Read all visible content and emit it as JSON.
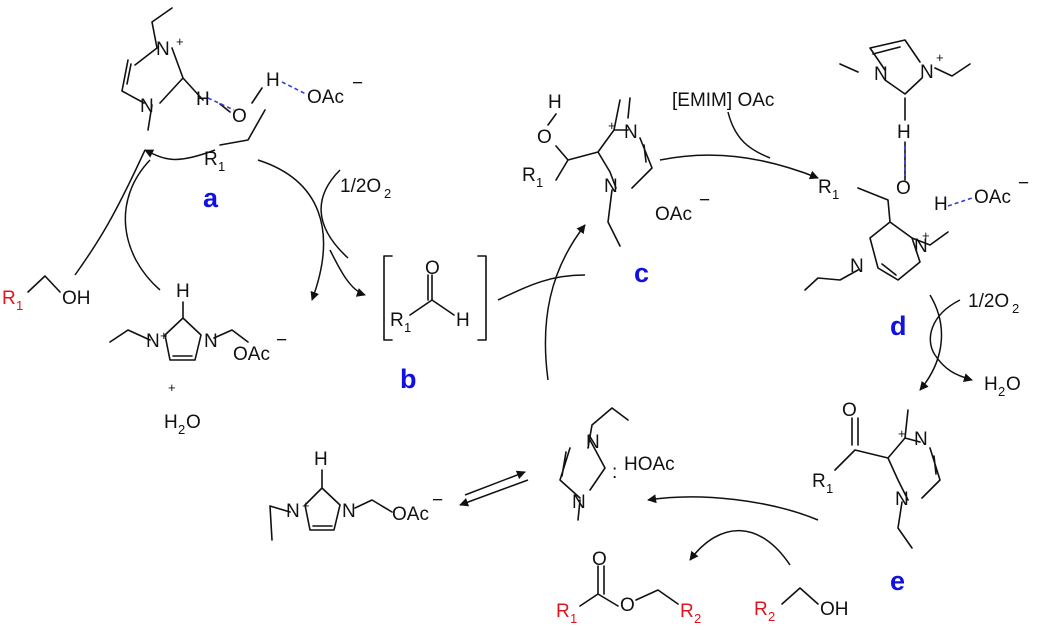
{
  "labels": {
    "a": "a",
    "b": "b",
    "c": "c",
    "d": "d",
    "e": "e"
  },
  "atoms": {
    "N": "N",
    "O": "O",
    "H": "H",
    "R": "R",
    "plus": "+",
    "minus": "−",
    "dots": ":"
  },
  "reagents": {
    "half_o2": "1/2O",
    "half_o2_sub": "2",
    "water": "H",
    "water_sub": "2",
    "water_tail": "O",
    "acetate": "OAc",
    "acetic_acid": "HOAc",
    "emim_oac": "[EMIM] OAc",
    "oh": "OH",
    "r1_sub": "1",
    "r2_sub": "2"
  },
  "colors": {
    "label": "#1010e0",
    "highlight": "#e0141e",
    "hbond": "#3340d8",
    "ink": "#111111"
  }
}
